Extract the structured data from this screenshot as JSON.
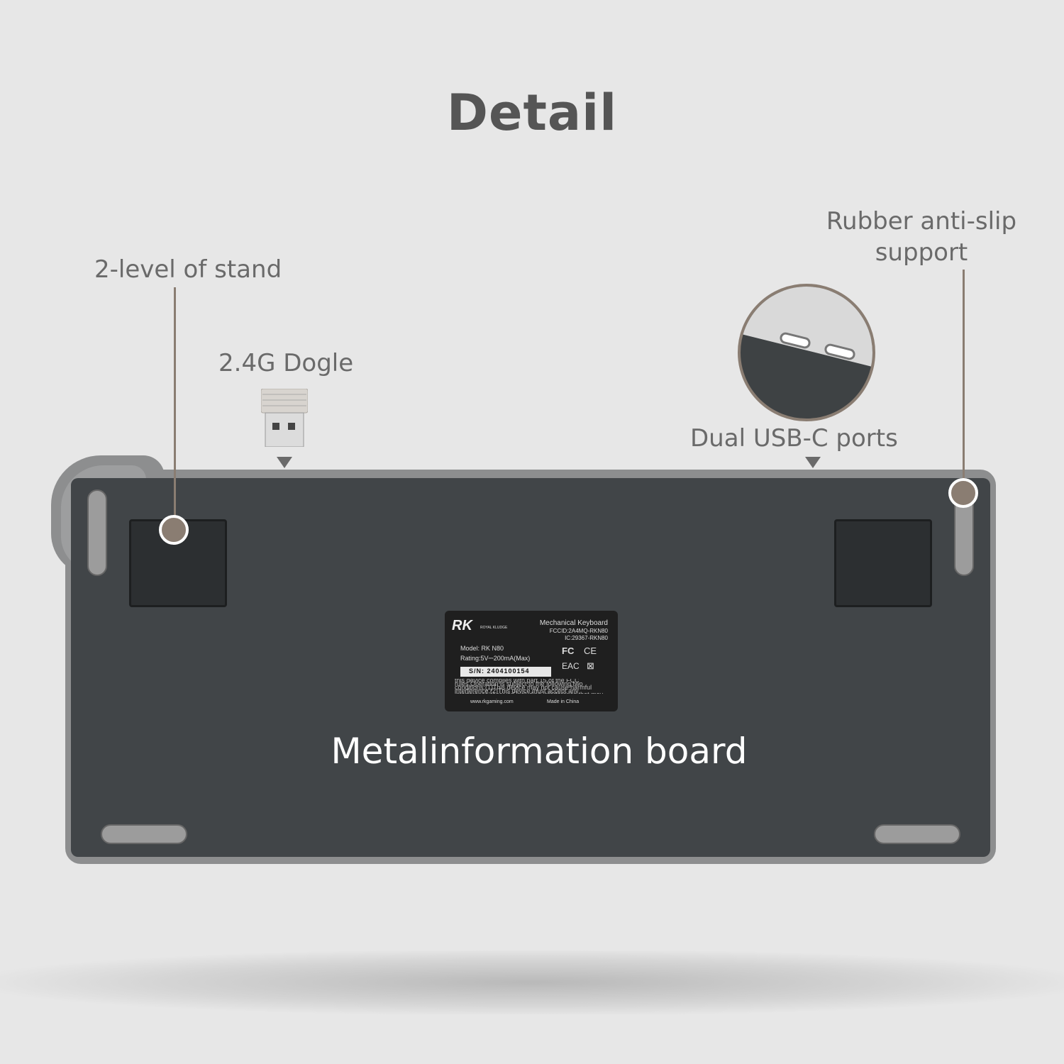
{
  "title": "Detail",
  "callouts": {
    "stand": "2-level of stand",
    "dongle": "2.4G Dogle",
    "rubber": "Rubber anti-slip support",
    "usbc": "Dual USB-C ports",
    "board": "Metalinformation board"
  },
  "label": {
    "brand": "RK",
    "brand_sub": "ROYAL KLUDGE",
    "product": "Mechanical Keyboard",
    "fccid": "FCCID:2A4MQ-RKN80",
    "ic": "IC:29367-RKN80",
    "model": "Model: RK N80",
    "rating": "Rating:5V⎓200mA(Max)",
    "sn": "S/N: 2404100154",
    "fcc_mark": "FC",
    "ce_mark": "CE",
    "eac_mark": "EAC",
    "legal": "this device complies with part 15 of the FCC rules.Operation is subject to the following two conditions:(1)This device may not cause harmful interference,(2)This device must accept any interference received,including interference that may cause undesired operation.",
    "website": "www.rkgaming.com",
    "origin": "Made in China"
  },
  "colors": {
    "background": "#e7e7e7",
    "accent": "#8a7d72",
    "plate": "#414548"
  }
}
